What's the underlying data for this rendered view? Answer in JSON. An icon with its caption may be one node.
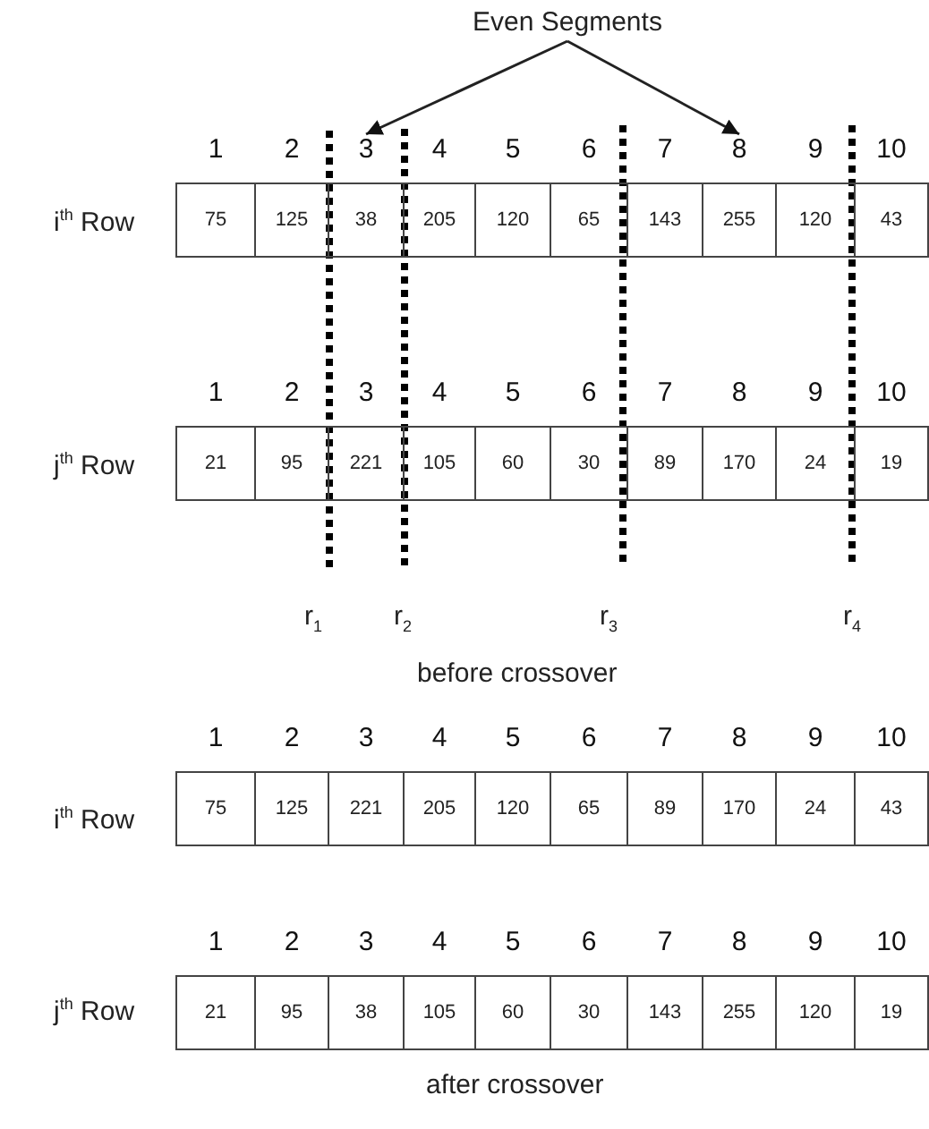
{
  "diagram": {
    "nodes": [
      {
        "text": [
          "Even Segments"
        ]
      },
      {
        "text": [
          "75"
        ],
        "beside": [
          "1"
        ]
      },
      {
        "text": [
          "125"
        ],
        "beside": [
          "2"
        ]
      },
      {
        "text": [
          "38"
        ],
        "beside": [
          "3"
        ]
      },
      {
        "text": [
          "205"
        ],
        "beside": [
          "4"
        ]
      },
      {
        "text": [
          "120"
        ],
        "beside": [
          "5"
        ]
      },
      {
        "text": [
          "65"
        ],
        "beside": [
          "6"
        ]
      },
      {
        "text": [
          "143"
        ],
        "beside": [
          "7"
        ]
      },
      {
        "text": [
          "255"
        ],
        "beside": [
          "8"
        ]
      },
      {
        "text": [
          "120"
        ],
        "beside": [
          "9"
        ]
      },
      {
        "text": [
          "43"
        ],
        "beside": [
          "10"
        ]
      },
      {
        "text": [
          "21"
        ],
        "beside": [
          "1"
        ]
      },
      {
        "text": [
          "95"
        ],
        "beside": [
          "2"
        ]
      },
      {
        "text": [
          "221"
        ],
        "beside": [
          "3"
        ]
      },
      {
        "text": [
          "105"
        ],
        "beside": [
          "4"
        ]
      },
      {
        "text": [
          "60"
        ],
        "beside": [
          "5"
        ]
      },
      {
        "text": [
          "30"
        ],
        "beside": [
          "6"
        ]
      },
      {
        "text": [
          "89"
        ],
        "beside": [
          "7"
        ]
      },
      {
        "text": [
          "170"
        ],
        "beside": [
          "8"
        ]
      },
      {
        "text": [
          "24"
        ],
        "beside": [
          "9"
        ]
      },
      {
        "text": [
          "19"
        ],
        "beside": [
          "10"
        ]
      },
      {
        "text": [
          "75"
        ],
        "beside": [
          "1"
        ]
      },
      {
        "text": [
          "125"
        ],
        "beside": [
          "2"
        ]
      },
      {
        "text": [
          "221"
        ],
        "beside": [
          "3"
        ]
      },
      {
        "text": [
          "205"
        ],
        "beside": [
          "4"
        ]
      },
      {
        "text": [
          "120"
        ],
        "beside": [
          "5"
        ]
      },
      {
        "text": [
          "65"
        ],
        "beside": [
          "6"
        ]
      },
      {
        "text": [
          "89"
        ],
        "beside": [
          "7"
        ]
      },
      {
        "text": [
          "170"
        ],
        "beside": [
          "8"
        ]
      },
      {
        "text": [
          "24"
        ],
        "beside": [
          "9"
        ]
      },
      {
        "text": [
          "43"
        ],
        "beside": [
          "10"
        ]
      },
      {
        "text": [
          "21"
        ],
        "beside": [
          "1"
        ]
      },
      {
        "text": [
          "95"
        ],
        "beside": [
          "2"
        ]
      },
      {
        "text": [
          "38"
        ],
        "beside": [
          "3"
        ]
      },
      {
        "text": [
          "105"
        ],
        "beside": [
          "4"
        ]
      },
      {
        "text": [
          "60"
        ],
        "beside": [
          "5"
        ]
      },
      {
        "text": [
          "30"
        ],
        "beside": [
          "6"
        ]
      },
      {
        "text": [
          "143"
        ],
        "beside": [
          "7"
        ]
      },
      {
        "text": [
          "255"
        ],
        "beside": [
          "8"
        ]
      },
      {
        "text": [
          "120"
        ],
        "beside": [
          "9"
        ]
      },
      {
        "text": [
          "19"
        ],
        "beside": [
          "10"
        ]
      }
    ],
    "edges": [
      {
        "from": 0,
        "to": 3,
        "arrow": "to"
      },
      {
        "from": 0,
        "to": 8,
        "arrow": "to"
      }
    ],
    "labels": [
      "i$^{th}$ Row",
      "j$^{th}$ Row",
      "r$_{1}$",
      "r$_{2}$",
      "r$_{3}$",
      "r$_{4}$",
      "before crossover",
      "i$^{th}$ Row",
      "j$^{th}$ Row",
      "after crossover"
    ]
  }
}
